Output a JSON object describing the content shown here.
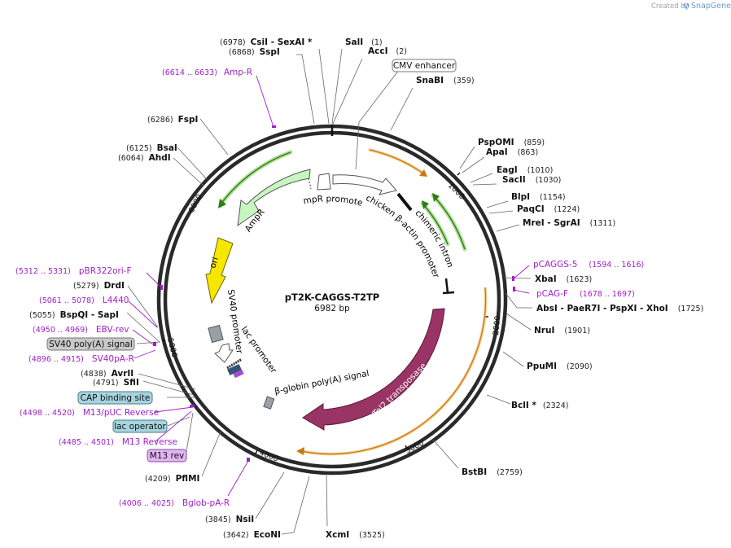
{
  "credit": {
    "prefix": "Created by",
    "brand": "SnapGene"
  },
  "plasmid": {
    "name": "pT2K-CAGGS-T2TP",
    "length": "6982 bp"
  },
  "enzymes": [
    {
      "pos": "(6978)",
      "name": "CsiI",
      "suffix": " - SexAI *"
    },
    {
      "pos": "(6868)",
      "name": "SspI"
    },
    {
      "name": "SalI",
      "pos": "(1)"
    },
    {
      "name": "AccI",
      "pos": "(2)"
    },
    {
      "name": "SnaBI",
      "pos": "(359)"
    },
    {
      "name": "PspOMI",
      "pos": "(859)"
    },
    {
      "name": "ApaI",
      "pos": "(863)"
    },
    {
      "name": "EagI",
      "pos": "(1010)"
    },
    {
      "name": "SacII",
      "pos": "(1030)"
    },
    {
      "name": "BlpI",
      "pos": "(1154)"
    },
    {
      "name": "PaqCI",
      "pos": "(1224)"
    },
    {
      "name": "MreI",
      "mid": " - SgrAI",
      "pos": "(1311)"
    },
    {
      "name": "XbaI",
      "pos": "(1623)"
    },
    {
      "name": "AbsI",
      "mid": " - PaeR7I  - PspXI  - XhoI",
      "pos": "(1725)"
    },
    {
      "name": "NruI",
      "pos": "(1901)"
    },
    {
      "name": "PpuMI",
      "pos": "(2090)"
    },
    {
      "name": "BclI *",
      "pos": "(2324)"
    },
    {
      "name": "BstBI",
      "pos": "(2759)"
    },
    {
      "name": "XcmI",
      "pos": "(3525)"
    },
    {
      "pos": "(3642)",
      "name": "EcoNI"
    },
    {
      "pos": "(3845)",
      "name": "NsiI"
    },
    {
      "pos": "(4209)",
      "name": "PflMI"
    },
    {
      "pos": "(4791)",
      "name": "SfiI"
    },
    {
      "pos": "(4838)",
      "name": "AvrII"
    },
    {
      "pos": "(5055)",
      "name": "BspQI",
      "suffix": " - SapI"
    },
    {
      "pos": "(5279)",
      "name": "DrdI"
    },
    {
      "pos": "(6064)",
      "name": "AhdI"
    },
    {
      "pos": "(6125)",
      "name": "BsaI"
    },
    {
      "pos": "(6286)",
      "name": "FspI"
    }
  ],
  "primers": [
    {
      "range": "(6614 .. 6633)",
      "name": "Amp-R"
    },
    {
      "name": "pCAGGS-5",
      "range": "(1594 .. 1616)"
    },
    {
      "name": "pCAG-F",
      "range": "(1678 .. 1697)"
    },
    {
      "range": "(5312 .. 5331)",
      "name": "pBR322ori-F"
    },
    {
      "range": "(5061 .. 5078)",
      "name": "L4440"
    },
    {
      "range": "(4950 .. 4969)",
      "name": "EBV-rev"
    },
    {
      "range": "(4896 .. 4915)",
      "name": "SV40pA-R"
    },
    {
      "range": "(4498 .. 4520)",
      "name": "M13/pUC Reverse"
    },
    {
      "range": "(4485 .. 4501)",
      "name": "M13 Reverse"
    },
    {
      "range": "(4006 .. 4025)",
      "name": "Bglob-pA-R"
    }
  ],
  "boxed_features": [
    {
      "name": "CMV enhancer"
    },
    {
      "name": "SV40 poly(A) signal"
    },
    {
      "name": "CAP binding site"
    },
    {
      "name": "lac operator"
    },
    {
      "name": "M13 rev"
    }
  ],
  "features": {
    "amp_promoter": "AmpR promoter",
    "ampr": "AmpR",
    "chicken": "chicken β-actin promoter",
    "intron": "chimeric intron",
    "ori": "ori",
    "sv40": "SV40 promoter",
    "lac": "lac promoter",
    "tol2": "Tol2 transposase",
    "bglobin": "β-globin poly(A) signal"
  },
  "ticks": [
    "1000",
    "2000",
    "3000",
    "4000",
    "5000",
    "6000"
  ],
  "colors": {
    "backbone": "#2a2a2a",
    "ampr": "#c8f5c0",
    "ori": "#f7e600",
    "tol2": "#9a3465",
    "primer": "#a020c8",
    "orange_annot": "#f0a030",
    "green_annot": "#3c9a1e",
    "box_teal": "#a8d4de",
    "box_gray": "#c9c9c9",
    "box_purple": "#e2b6f2"
  }
}
